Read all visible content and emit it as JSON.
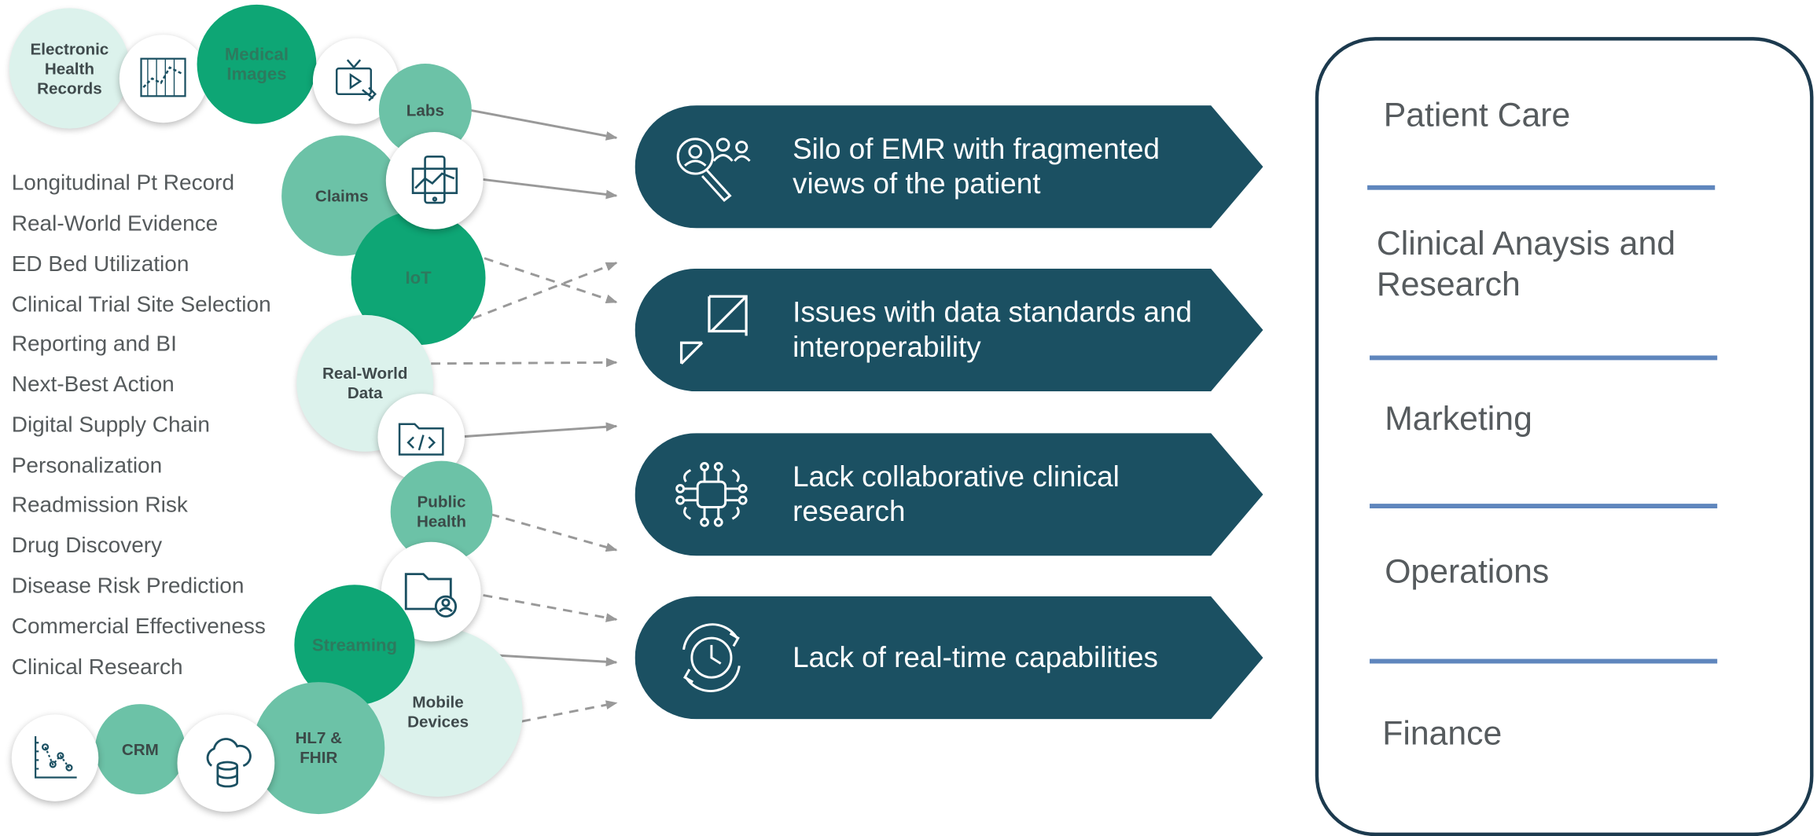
{
  "sources": {
    "electronic_health_records": "Electronic\nHealth\nRecords",
    "medical_images": "Medical\nImages",
    "labs": "Labs",
    "claims": "Claims",
    "iot": "IoT",
    "real_world_data": "Real-World\nData",
    "public_health": "Public\nHealth",
    "streaming": "Streaming",
    "mobile_devices": "Mobile\nDevices",
    "hl7_fhir": "HL7 &\nFHIR",
    "crm": "CRM"
  },
  "icons": [
    "line-chart-icon",
    "video-screen-icon",
    "mobile-analytics-icon",
    "code-folder-icon",
    "user-folder-icon",
    "cloud-database-icon",
    "scatter-plot-icon"
  ],
  "use_cases": [
    "Longitudinal Pt Record",
    "Real-World Evidence",
    "ED Bed Utilization",
    "Clinical Trial Site Selection",
    "Reporting and BI",
    "Next-Best Action",
    "Digital Supply Chain",
    "Personalization",
    "Readmission Risk",
    "Drug Discovery",
    "Disease Risk Prediction",
    "Commercial Effectiveness",
    "Clinical Research"
  ],
  "issues": [
    {
      "text": "Silo of EMR with fragmented views of the patient",
      "icon": "people-search-icon"
    },
    {
      "text": "Issues with data standards and interoperability",
      "icon": "diagonal-arrow-icon"
    },
    {
      "text": "Lack collaborative clinical research",
      "icon": "circuit-brain-icon"
    },
    {
      "text": "Lack of real-time capabilities",
      "icon": "clock-cycle-icon"
    }
  ],
  "outcomes": [
    "Patient Care",
    "Clinical Anaysis and Research",
    "Marketing",
    "Operations",
    "Finance"
  ],
  "colors": {
    "issue_fill": "#1b5062",
    "panel_border": "#1c3a4e",
    "divider": "#5f86bd",
    "bubble_light": "#dcf2ec",
    "bubble_mid": "#6cc2a7",
    "bubble_dark": "#0ea675",
    "arrow": "#999999"
  }
}
